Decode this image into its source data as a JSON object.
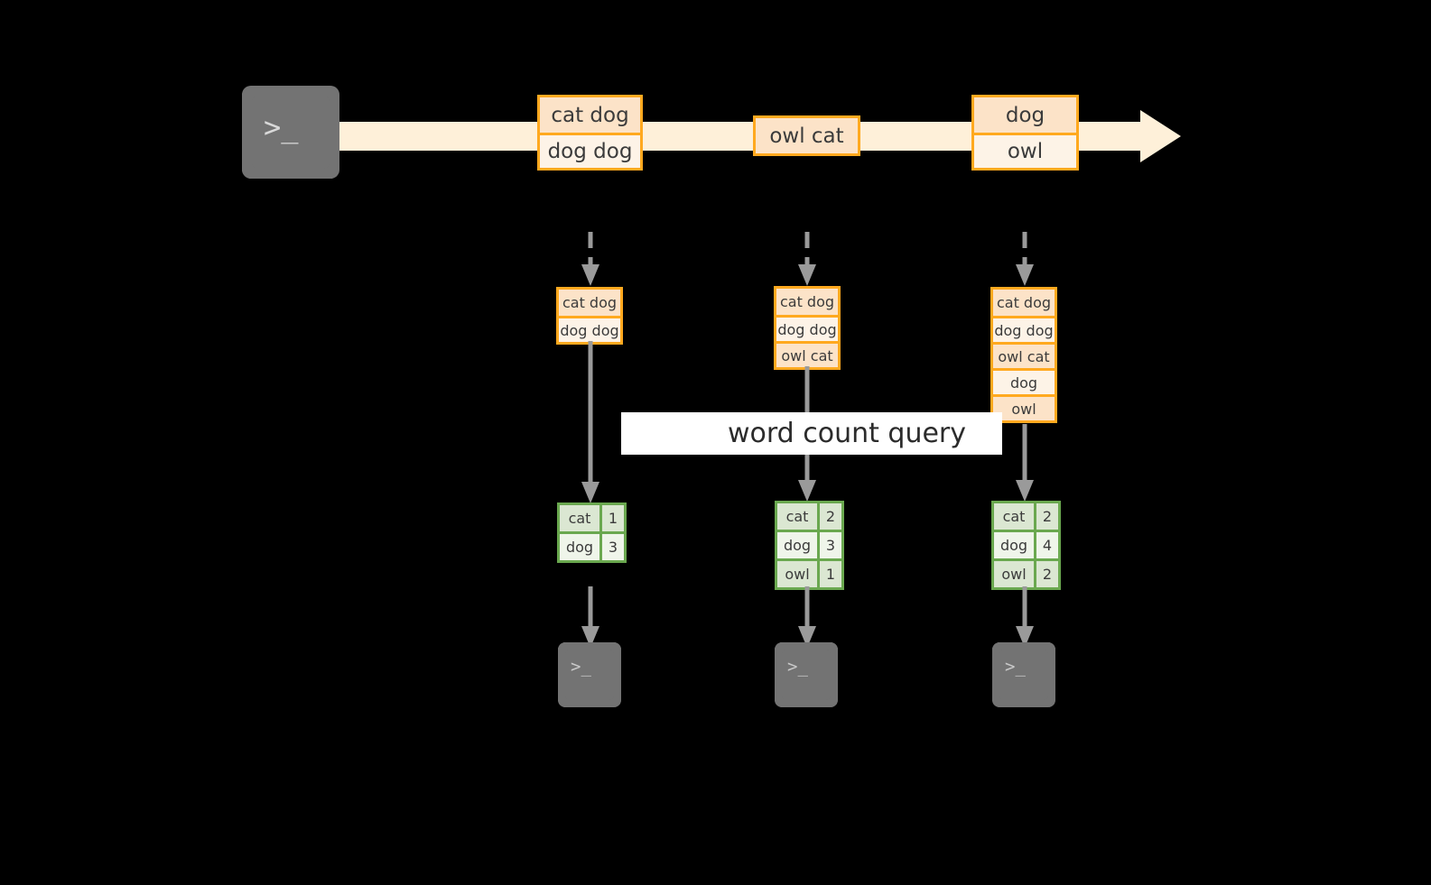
{
  "diagram": {
    "title": "word count query",
    "colors": {
      "background": "#000000",
      "stream_fill": "#fef0d9",
      "event_border": "#ffa91f",
      "event_fill_dark": "#fce3c8",
      "event_fill_light": "#fdf3e7",
      "result_border": "#6aa84f",
      "result_fill_dark": "#dbe7d2",
      "result_fill_light": "#eff5ea",
      "arrow_gray": "#9a9a9a",
      "terminal_gray": "#737373",
      "label_band": "#ffffff"
    },
    "producer": {
      "icon": "terminal-icon",
      "glyph": ">_"
    },
    "stream": {
      "direction": "left-to-right",
      "events": [
        {
          "id": "event-group-1",
          "lines": [
            "cat dog",
            "dog dog"
          ]
        },
        {
          "id": "event-group-2",
          "lines": [
            "owl cat"
          ]
        },
        {
          "id": "event-group-3",
          "lines": [
            "dog",
            "owl"
          ]
        }
      ]
    },
    "columns": [
      {
        "id": "snapshot-1",
        "log": [
          "cat dog",
          "dog dog"
        ],
        "results": [
          {
            "word": "cat",
            "count": "1"
          },
          {
            "word": "dog",
            "count": "3"
          }
        ],
        "consumer": {
          "icon": "terminal-icon",
          "glyph": ">_"
        }
      },
      {
        "id": "snapshot-2",
        "log": [
          "cat dog",
          "dog dog",
          "owl cat"
        ],
        "results": [
          {
            "word": "cat",
            "count": "2"
          },
          {
            "word": "dog",
            "count": "3"
          },
          {
            "word": "owl",
            "count": "1"
          }
        ],
        "consumer": {
          "icon": "terminal-icon",
          "glyph": ">_"
        }
      },
      {
        "id": "snapshot-3",
        "log": [
          "cat dog",
          "dog dog",
          "owl cat",
          "dog",
          "owl"
        ],
        "results": [
          {
            "word": "cat",
            "count": "2"
          },
          {
            "word": "dog",
            "count": "4"
          },
          {
            "word": "owl",
            "count": "2"
          }
        ],
        "consumer": {
          "icon": "terminal-icon",
          "glyph": ">_"
        }
      }
    ]
  }
}
